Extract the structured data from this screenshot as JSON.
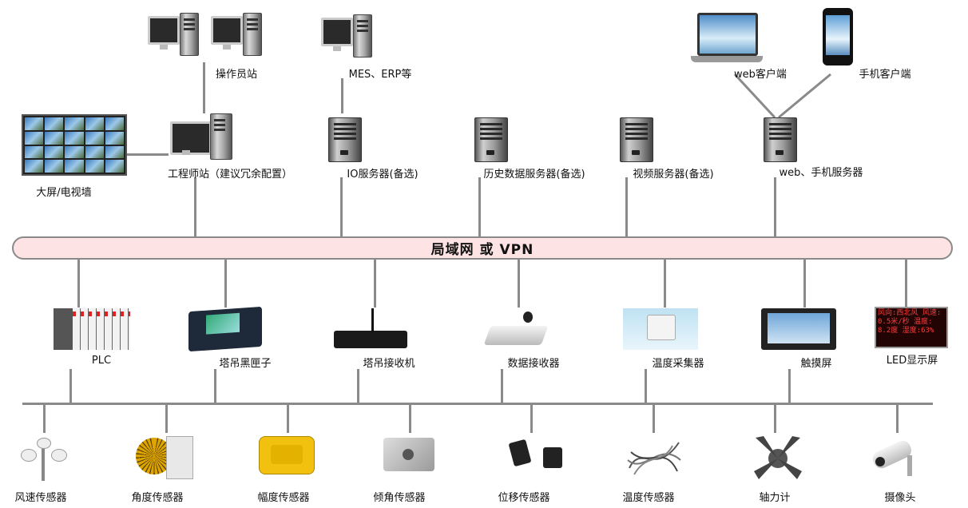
{
  "bus_label": "局域网   或   VPN",
  "top_labels": {
    "operator": "操作员站",
    "mes": "MES、ERP等",
    "web_client": "web客户端",
    "phone_client": "手机客户端",
    "engineer": "工程师站（建议冗余配置）",
    "bigscreen": "大屏/电视墙",
    "io_server": "IO服务器(备选)",
    "history_server": "历史数据服务器(备选)",
    "video_server": "视频服务器(备选)",
    "web_server": "web、手机服务器"
  },
  "devices": [
    "PLC",
    "塔吊黑匣子",
    "塔吊接收机",
    "数据接收器",
    "温度采集器",
    "触摸屏",
    "LED显示屏"
  ],
  "led_text": "风向:西北风 风速: 0.5米/秒 温度: 8.2度 湿度:63%",
  "sensors": [
    "风速传感器",
    "角度传感器",
    "幅度传感器",
    "倾角传感器",
    "位移传感器",
    "温度传感器",
    "轴力计",
    "摄像头"
  ]
}
